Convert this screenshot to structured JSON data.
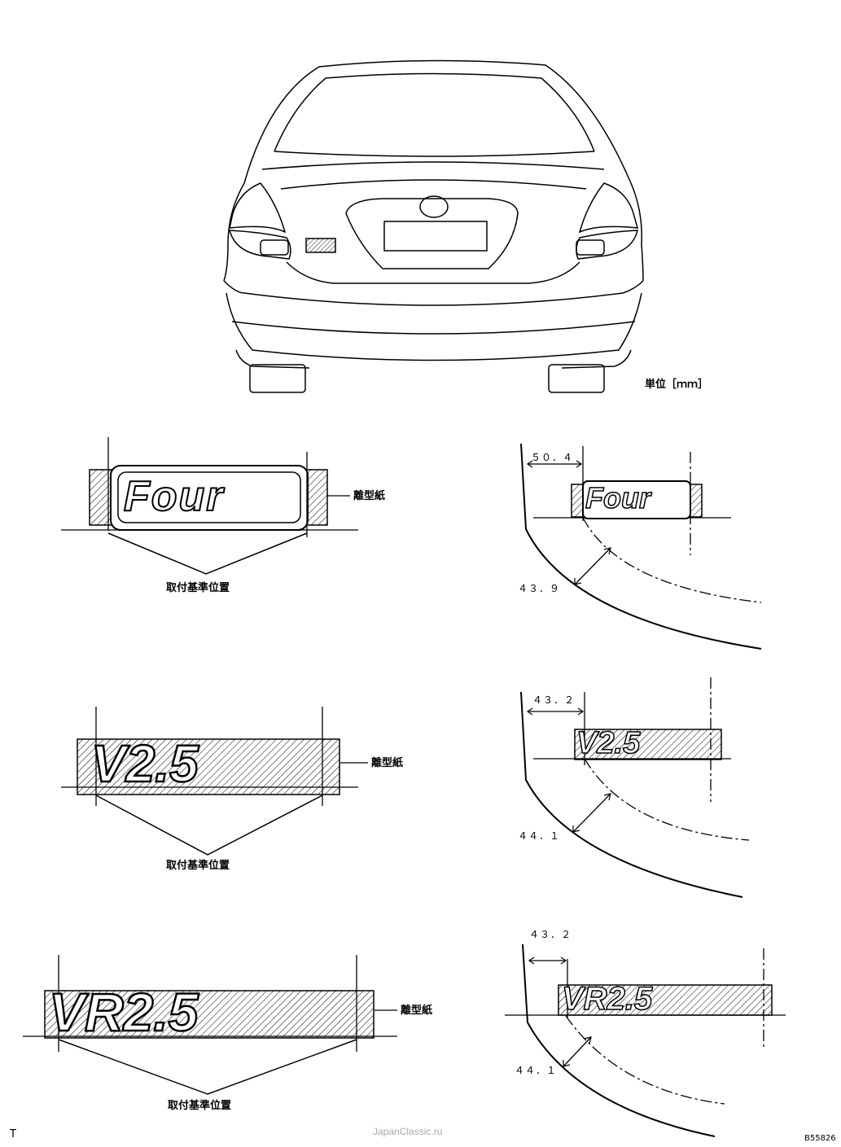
{
  "unit_label": "単位［ｍｍ］",
  "panels": [
    {
      "emblem": "Four",
      "release_paper": "離型紙",
      "reference_position": "取付基準位置",
      "dim_horizontal": "５０．４",
      "dim_diagonal": "４３．９"
    },
    {
      "emblem": "V2.5",
      "release_paper": "離型紙",
      "reference_position": "取付基準位置",
      "dim_horizontal": "４３．２",
      "dim_diagonal": "４４．１"
    },
    {
      "emblem": "VR2.5",
      "release_paper": "離型紙",
      "reference_position": "取付基準位置",
      "dim_horizontal": "４３．２",
      "dim_diagonal": "４４．１"
    }
  ],
  "footer": {
    "left_mark": "T",
    "watermark": "JapanClassic.ru",
    "figure_code": "B55826"
  }
}
